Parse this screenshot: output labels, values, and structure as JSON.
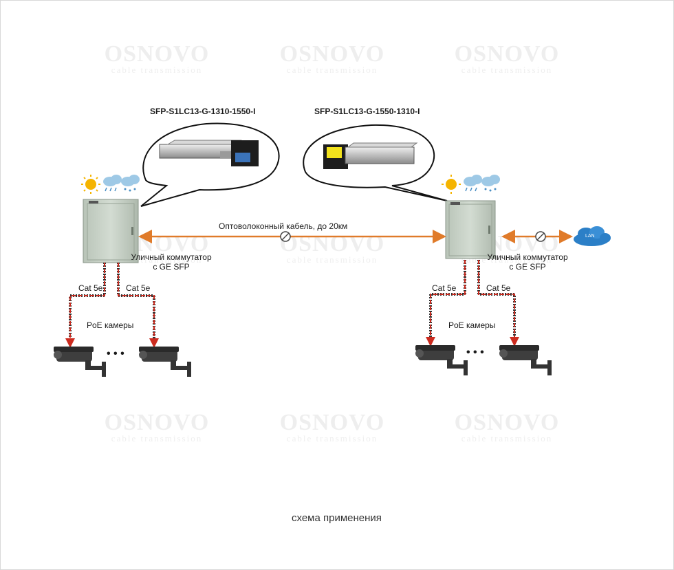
{
  "watermark": {
    "brand": "OSNOVO",
    "tagline": "cable transmission"
  },
  "modules": {
    "left_model": "SFP-S1LC13-G-1310-1550-I",
    "right_model": "SFP-S1LC13-G-1550-1310-I"
  },
  "link": {
    "label": "Оптоволоконный кабель, до 20км"
  },
  "left_site": {
    "switch_label_line1": "Уличный коммутатор",
    "switch_label_line2": "с GE SFP",
    "cable_left": "Cat 5e",
    "cable_right": "Cat 5e",
    "cameras_label": "PoE камеры",
    "ellipsis": "• • •"
  },
  "right_site": {
    "switch_label_line1": "Уличный коммутатор",
    "switch_label_line2": "с GE SFP",
    "cable_left": "Cat 5e",
    "cable_right": "Cat 5e",
    "cameras_label": "PoE камеры",
    "ellipsis": "• • •"
  },
  "lan": {
    "label": "LAN"
  },
  "caption": "схема применения",
  "colors": {
    "fiber": "#e07b2a",
    "cable_red": "#cc2b1f",
    "cabinet": "#c9d3c8",
    "sun": "#f5b400",
    "cloud": "#9ec9e6",
    "lan_cloud": "#2b7fc7"
  },
  "icons": [
    "sun-icon",
    "rain-cloud-icon",
    "snow-cloud-icon",
    "camera-icon",
    "cloud-icon"
  ]
}
